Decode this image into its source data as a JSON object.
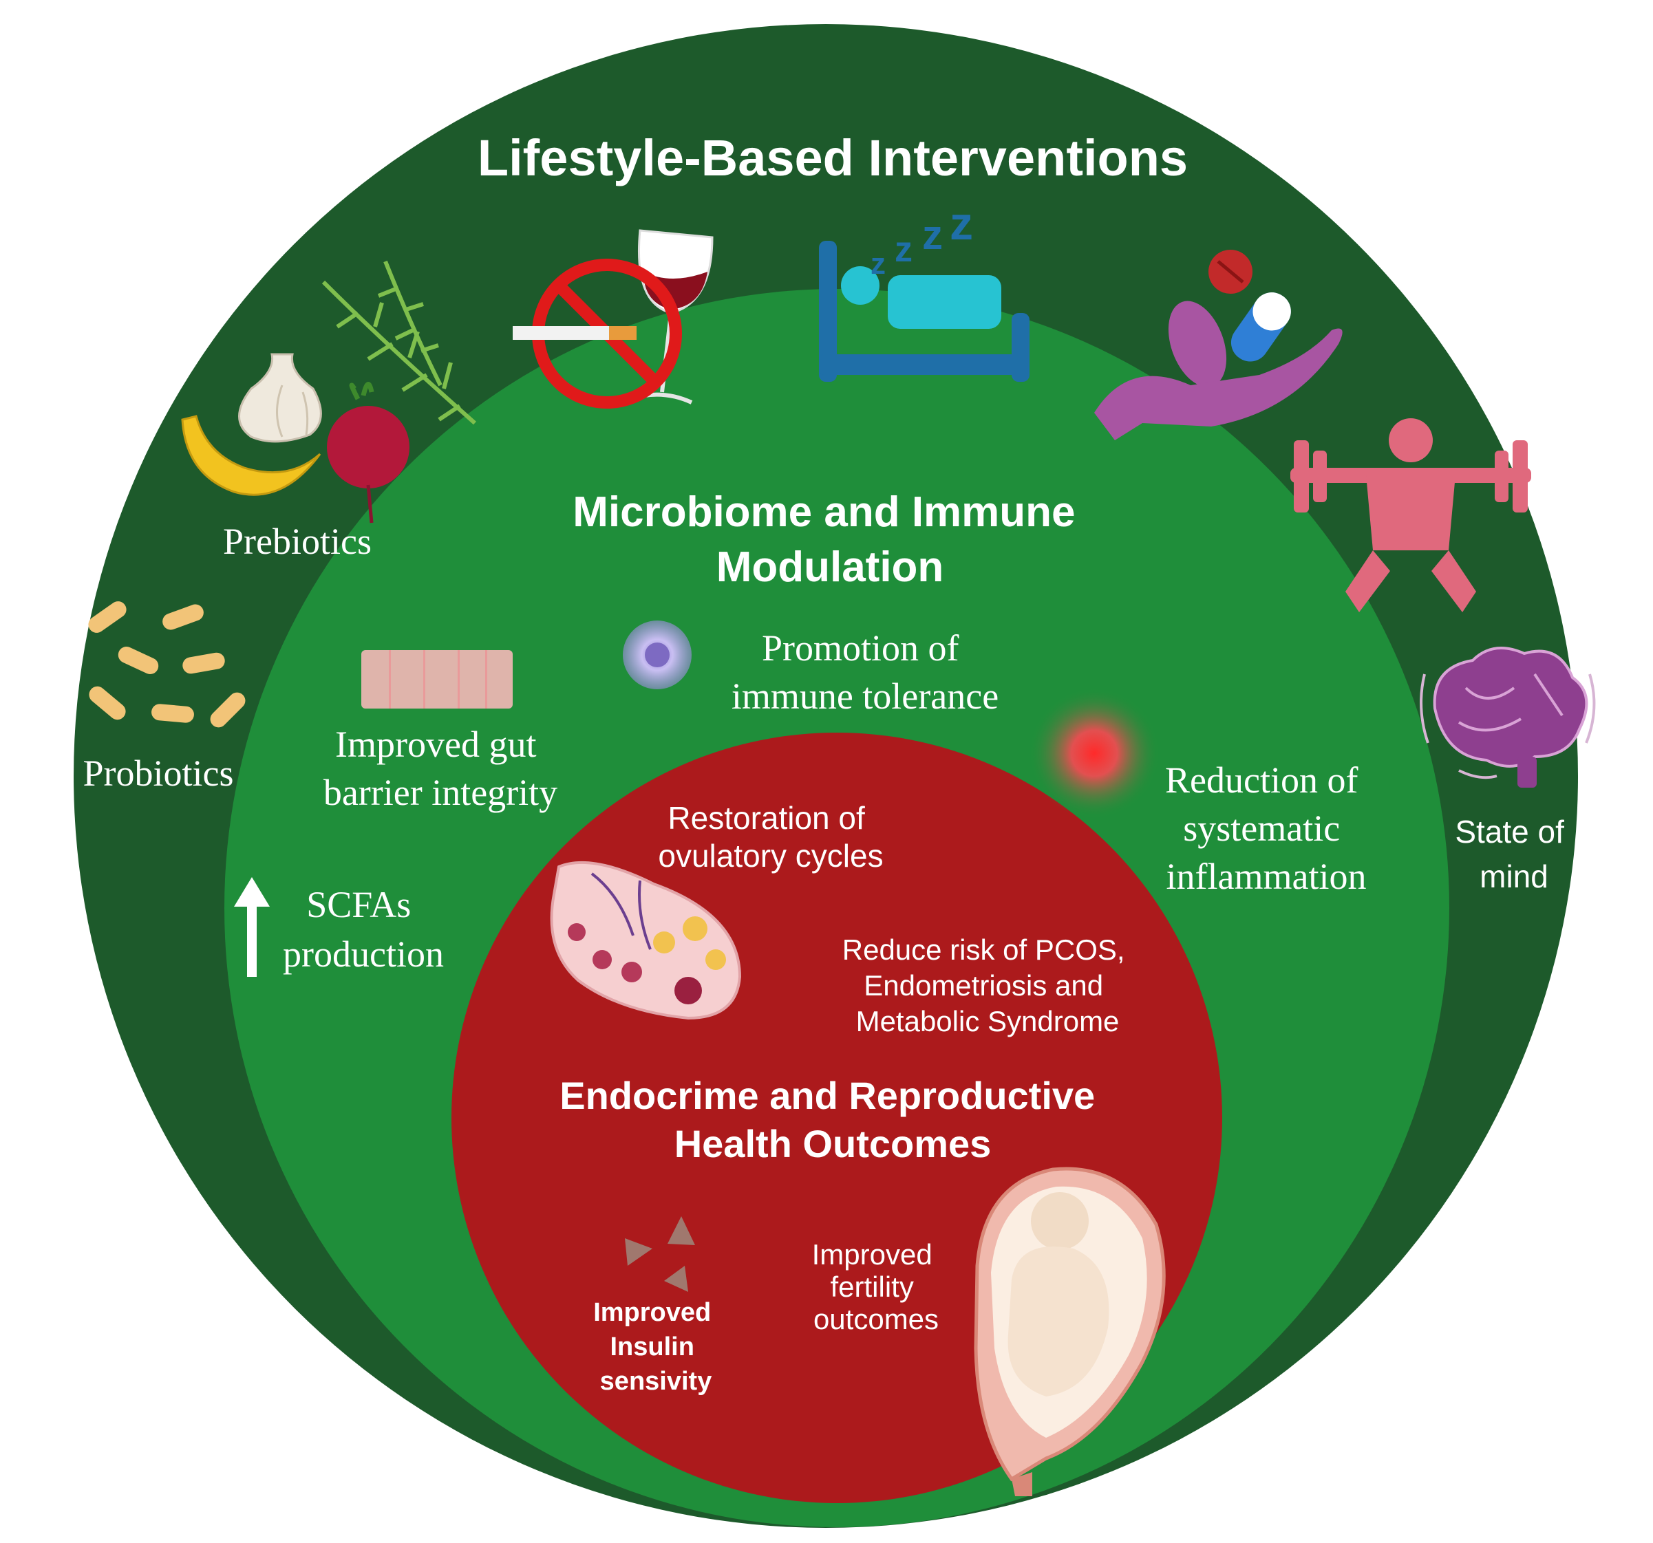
{
  "colors": {
    "outer_ring": "#1d5a2b",
    "middle_ring": "#1f8e3a",
    "inner_circle": "#ac1a1c",
    "text": "#ffffff"
  },
  "outer": {
    "title": "Lifestyle-Based Interventions",
    "prebiotics_label": "Prebiotics",
    "probiotics_label": "Probiotics",
    "state_of_mind_label": [
      "State of",
      "mind"
    ],
    "icons": [
      "garlic-icon",
      "rosemary-icon",
      "banana-icon",
      "beetroot-icon",
      "probiotic-bacteria-icon",
      "no-smoking-no-alcohol-icon",
      "sleep-bed-icon",
      "supplements-hand-icon",
      "exercise-icon",
      "brain-icon"
    ]
  },
  "middle": {
    "title": [
      "Microbiome and Immune",
      "Modulation"
    ],
    "immune_tolerance": [
      "Promotion of",
      "immune tolerance"
    ],
    "gut_barrier": [
      "Improved gut",
      "barrier integrity"
    ],
    "scfa": [
      "SCFAs",
      "production"
    ],
    "inflammation": [
      "Reduction of",
      "systematic",
      "inflammation"
    ]
  },
  "inner": {
    "ovulatory": [
      "Restoration of",
      "ovulatory cycles"
    ],
    "risk": [
      "Reduce risk of PCOS,",
      "Endometriosis and",
      "Metabolic Syndrome"
    ],
    "title": [
      "Endocrime and Reproductive",
      "Health Outcomes"
    ],
    "insulin": [
      "Improved",
      "Insulin",
      "sensivity"
    ],
    "fertility": [
      "Improved",
      "fertility",
      "outcomes"
    ]
  }
}
